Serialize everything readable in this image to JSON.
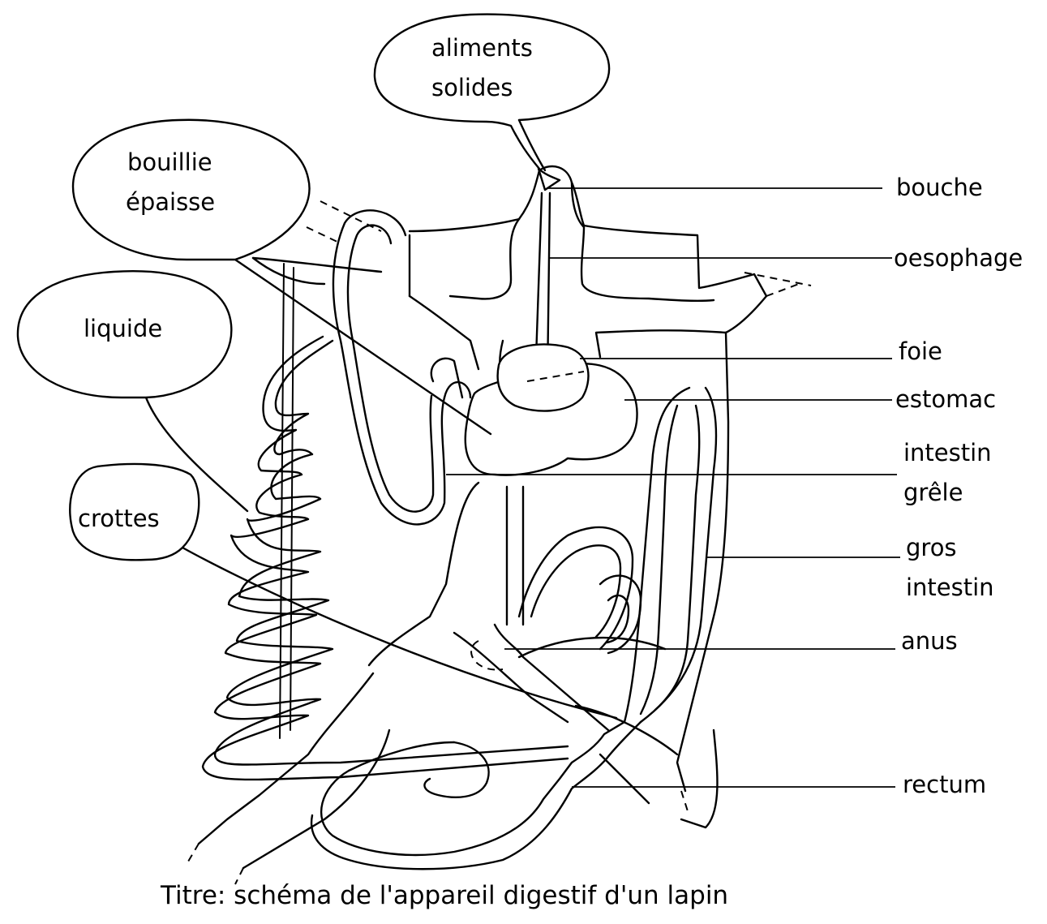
{
  "title": "Titre: schéma de l'appareil digestif d'un lapin",
  "labels": {
    "bouche": "bouche",
    "oesophage": "oesophage",
    "foie": "foie",
    "estomac": "estomac",
    "intestin_grele_1": "intestin",
    "intestin_grele_2": "grêle",
    "gros_intestin_1": "gros",
    "gros_intestin_2": "intestin",
    "anus": "anus",
    "rectum": "rectum"
  },
  "bubbles": {
    "aliments_1": "aliments",
    "aliments_2": "solides",
    "bouillie_1": "bouillie",
    "bouillie_2": "épaisse",
    "liquide": "liquide",
    "crottes": "crottes"
  }
}
